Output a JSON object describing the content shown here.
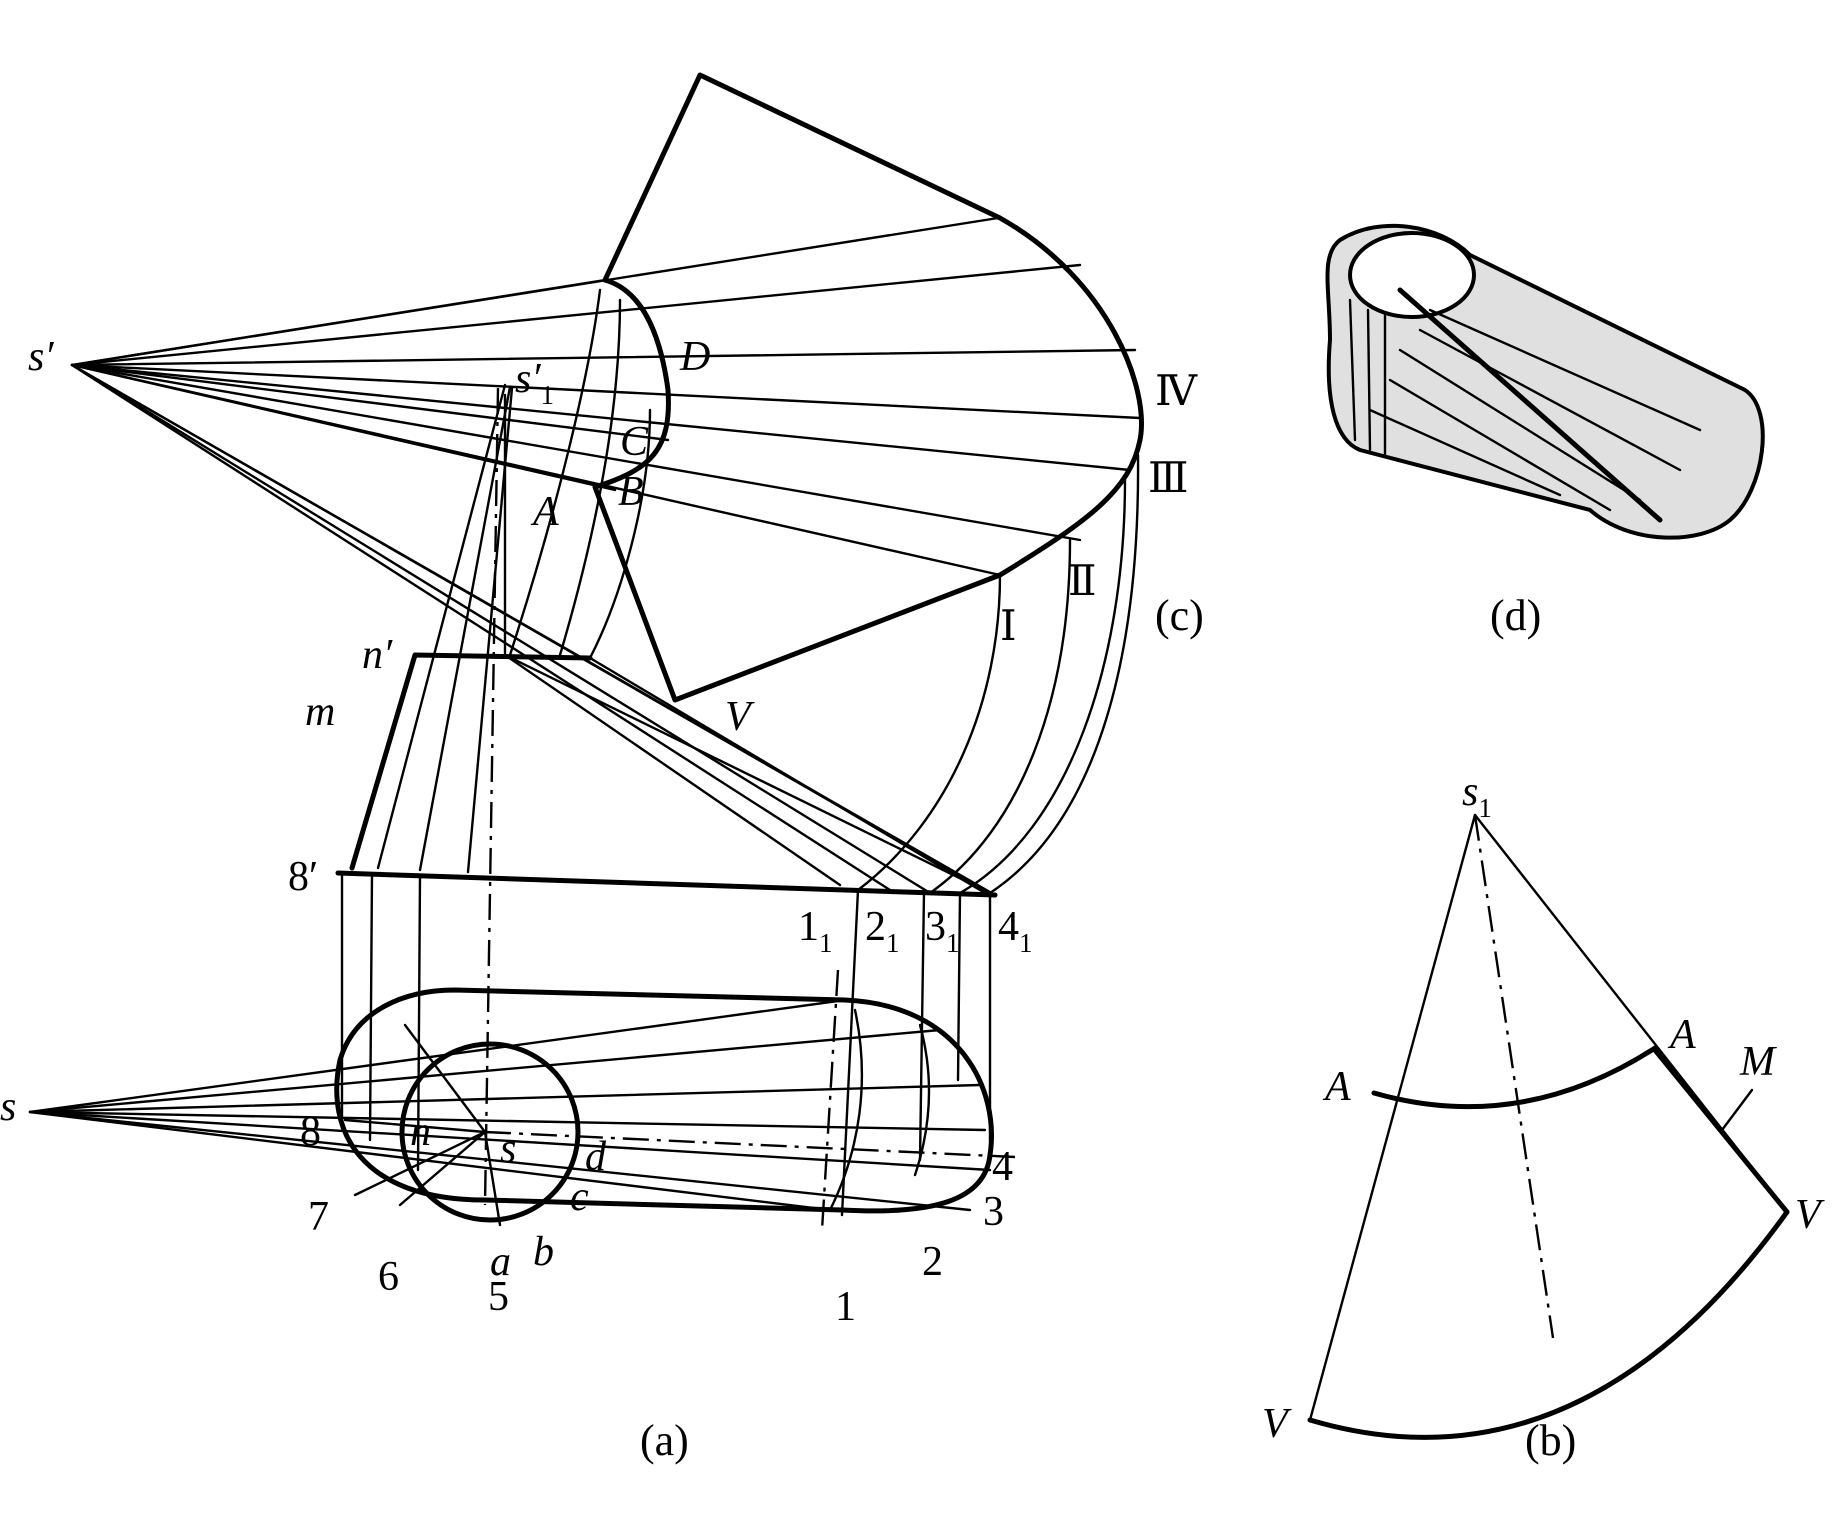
{
  "captions": {
    "a": "(a)",
    "b": "(b)",
    "c": "(c)",
    "d": "(d)"
  },
  "view_a": {
    "s_prime": "s′",
    "s1_prime": "s′",
    "s1_prime_sub": "1",
    "n_prime": "n′",
    "m": "m",
    "eight_prime": "8′",
    "bases": [
      {
        "main": "1",
        "sub": "1"
      },
      {
        "main": "2",
        "sub": "1"
      },
      {
        "main": "3",
        "sub": "1"
      },
      {
        "main": "4",
        "sub": "1"
      }
    ],
    "s_far": "s",
    "s_center": "s",
    "n": "n",
    "numbers": [
      "1",
      "2",
      "3",
      "4",
      "5",
      "6",
      "7",
      "8"
    ],
    "small_points": [
      "a",
      "b",
      "c",
      "d"
    ]
  },
  "view_c": {
    "points": [
      "A",
      "B",
      "C",
      "D"
    ],
    "romans": [
      "Ⅰ",
      "Ⅱ",
      "Ⅲ",
      "Ⅳ",
      "V"
    ]
  },
  "view_b": {
    "apex": "s",
    "apex_sub": "1",
    "a_left": "A",
    "a_right": "A",
    "m_label": "M",
    "v_left": "V",
    "v_right": "V"
  }
}
